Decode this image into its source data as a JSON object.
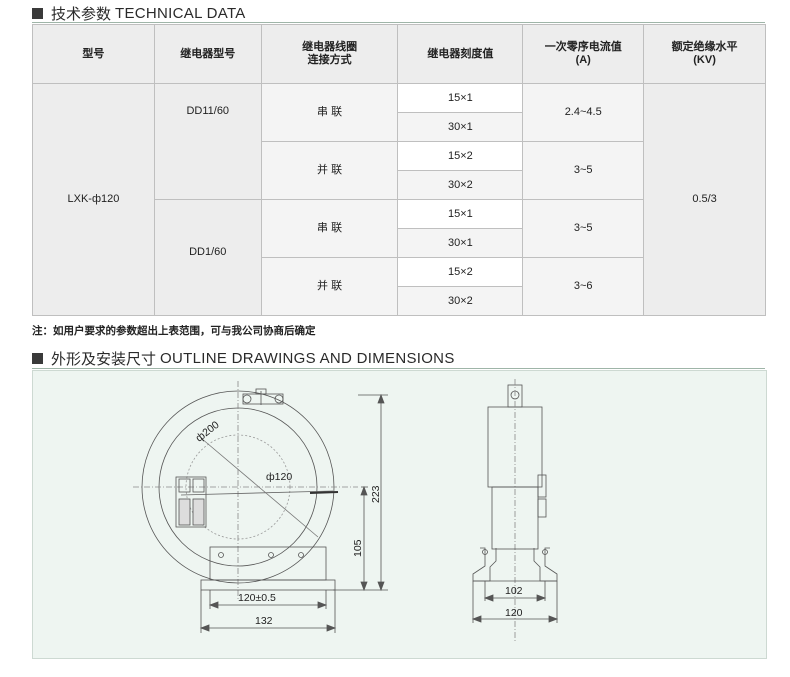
{
  "section1": {
    "cn": "技术参数",
    "en": "TECHNICAL DATA"
  },
  "table": {
    "headers": [
      "型号",
      "继电器型号",
      "继电器线圈\n连接方式",
      "继电器刻度值",
      "一次零序电流值\n(A)",
      "额定绝缘水平\n(KV)"
    ],
    "model": "LXK-ф120",
    "insulation": "0.5/3",
    "relays": [
      "DD11/60",
      "DD1/60"
    ],
    "connections": [
      "串 联",
      "并 联",
      "串 联",
      "并 联"
    ],
    "scales": [
      "15×1",
      "30×1",
      "15×2",
      "30×2",
      "15×1",
      "30×1",
      "15×2",
      "30×2"
    ],
    "currents": [
      "2.4~4.5",
      "3~5",
      "3~5",
      "3~6"
    ]
  },
  "note": "注：如用户要求的参数超出上表范围，可与我公司协商后确定",
  "section2": {
    "cn": "外形及安装尺寸",
    "en": "OUTLINE DRAWINGS AND DIMENSIONS"
  },
  "drawing": {
    "outer_dia": "ф200",
    "inner_dia": "ф120",
    "height_total": "223",
    "height_center": "105",
    "base_hole_span": "120±0.5",
    "base_width": "132",
    "side_hole_span": "102",
    "side_width": "120"
  }
}
